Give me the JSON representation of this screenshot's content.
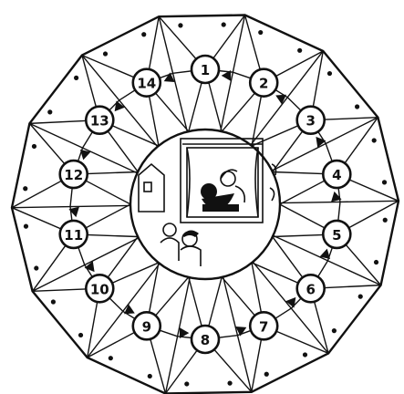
{
  "board": {
    "spaces": [
      {
        "id": 1,
        "label": "1"
      },
      {
        "id": 2,
        "label": "2"
      },
      {
        "id": 3,
        "label": "3"
      },
      {
        "id": 4,
        "label": "4"
      },
      {
        "id": 5,
        "label": "5"
      },
      {
        "id": 6,
        "label": "6"
      },
      {
        "id": 7,
        "label": "7"
      },
      {
        "id": 8,
        "label": "8"
      },
      {
        "id": 9,
        "label": "9"
      },
      {
        "id": 10,
        "label": "10"
      },
      {
        "id": 11,
        "label": "11"
      },
      {
        "id": 12,
        "label": "12"
      },
      {
        "id": 13,
        "label": "13"
      },
      {
        "id": 14,
        "label": "14"
      }
    ],
    "center_image": "puppet-show-scene",
    "icons": [
      "spinner-pointer-icon",
      "corner-dot-icon"
    ],
    "colors": {
      "ink": "#111111",
      "paper": "#ffffff"
    }
  }
}
